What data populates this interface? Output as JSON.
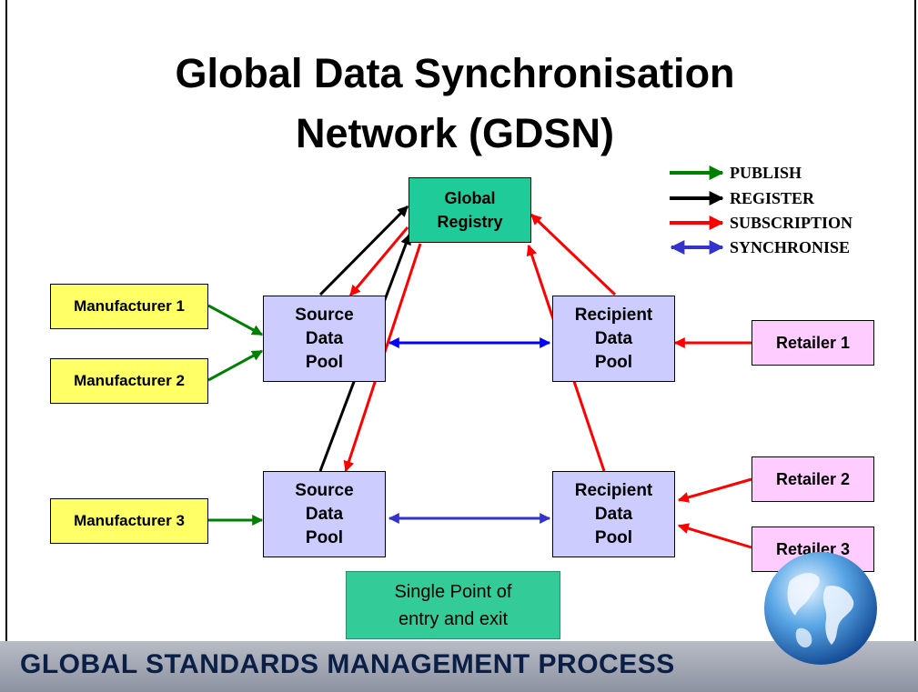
{
  "title": {
    "line1": "Global Data Synchronisation",
    "line2": "Network (GDSN)"
  },
  "legend": {
    "publish": "PUBLISH",
    "register": "REGISTER",
    "subscription": "SUBSCRIPTION",
    "synchronise": "SYNCHRONISE"
  },
  "colors": {
    "publish": "#008000",
    "register": "#000000",
    "subscription": "#ff0000",
    "synchronise_top": "#0000ff",
    "synchronise_bottom": "#3333cc"
  },
  "nodes": {
    "global_registry": {
      "line1": "Global",
      "line2": "Registry"
    },
    "manufacturer_1": "Manufacturer 1",
    "manufacturer_2": "Manufacturer 2",
    "manufacturer_3": "Manufacturer 3",
    "source_pool_1": {
      "line1": "Source",
      "line2": "Data",
      "line3": "Pool"
    },
    "source_pool_2": {
      "line1": "Source",
      "line2": "Data",
      "line3": "Pool"
    },
    "recipient_pool_1": {
      "line1": "Recipient",
      "line2": "Data",
      "line3": "Pool"
    },
    "recipient_pool_2": {
      "line1": "Recipient",
      "line2": "Data",
      "line3": "Pool"
    },
    "retailer_1": "Retailer 1",
    "retailer_2": "Retailer 2",
    "retailer_3": "Retailer 3"
  },
  "callout": {
    "line1": "Single Point of",
    "line2": "entry and exit"
  },
  "footer": "GLOBAL STANDARDS MANAGEMENT PROCESS",
  "icons": {
    "globe": "globe-icon"
  }
}
